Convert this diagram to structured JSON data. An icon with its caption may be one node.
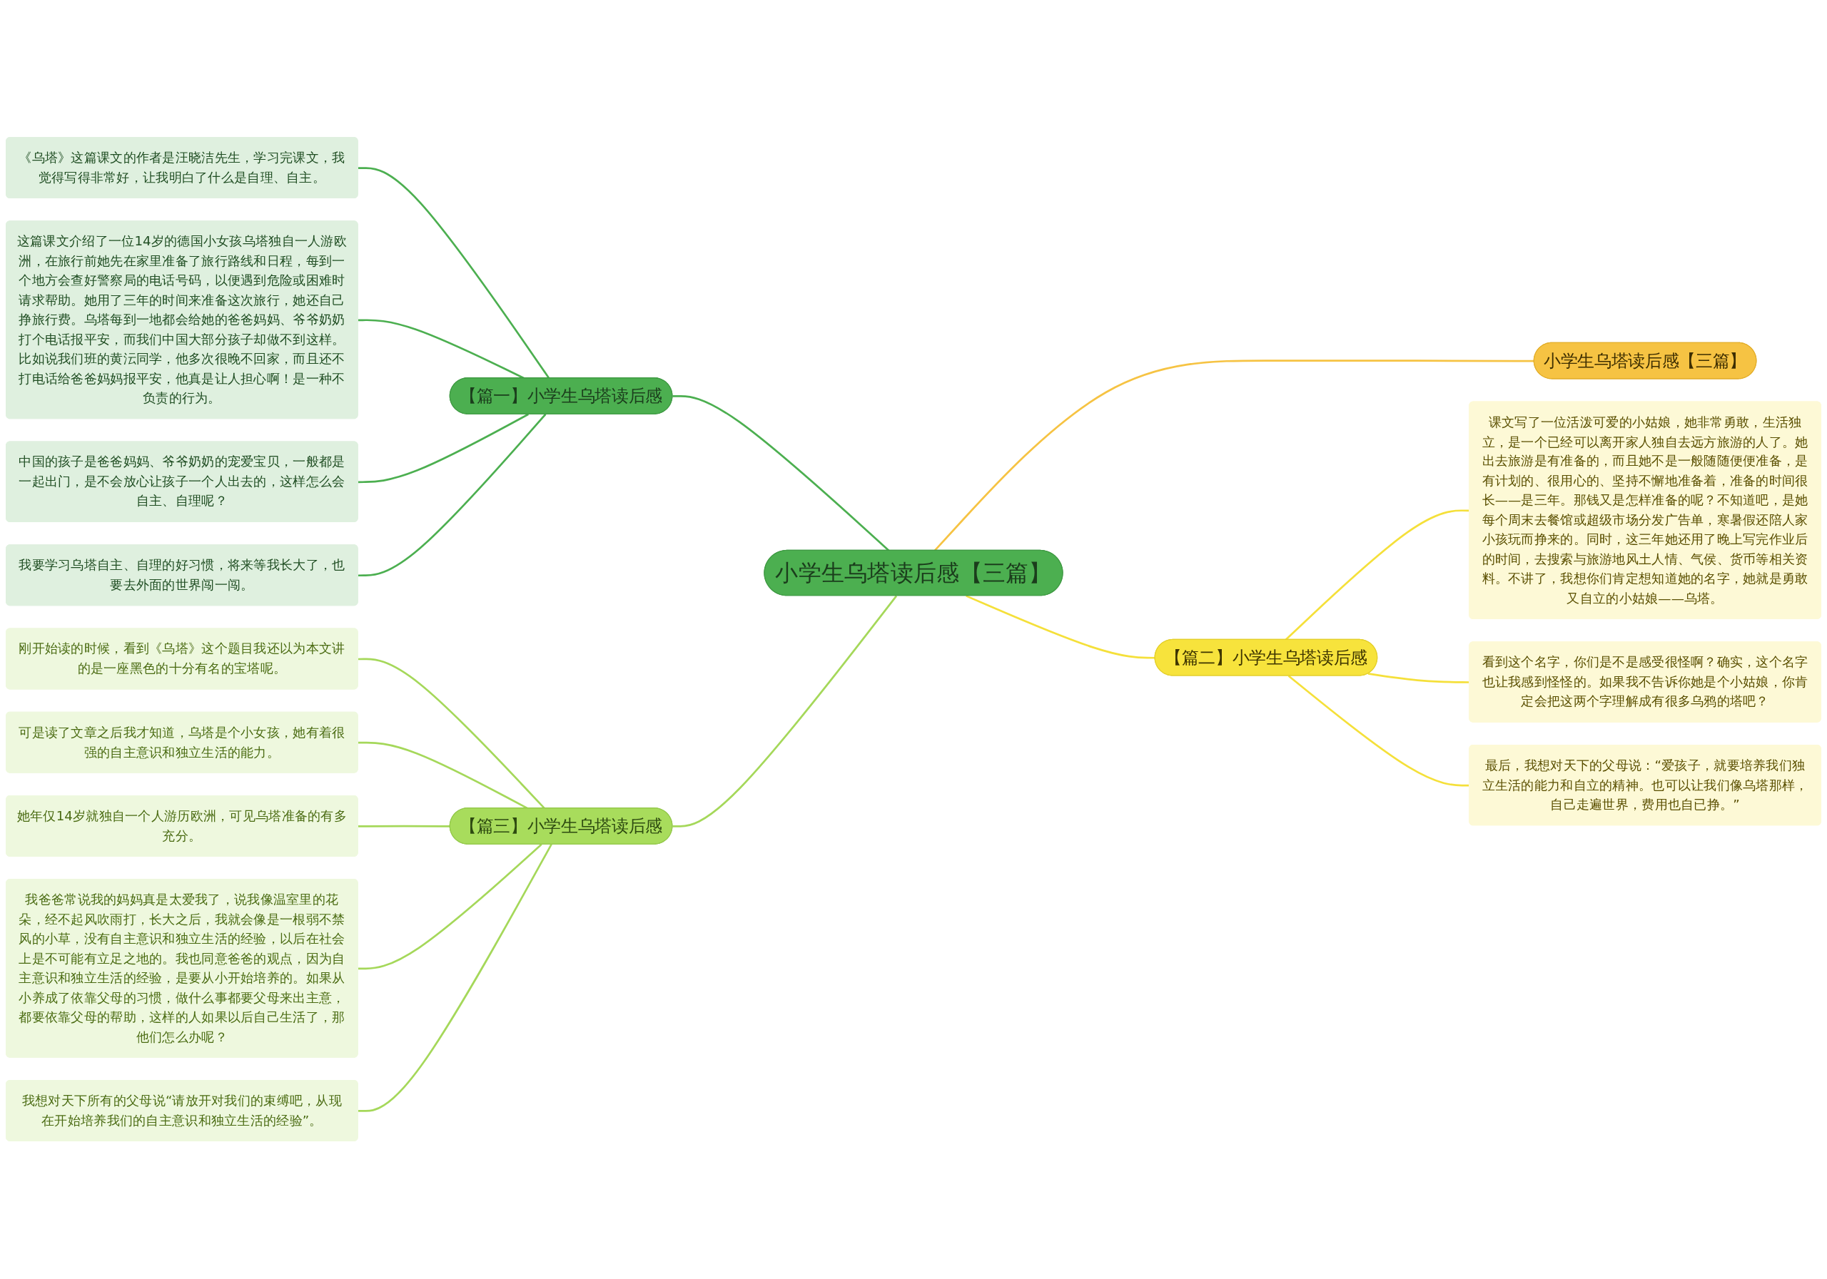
{
  "diagram": {
    "nodes": [
      {
        "text": [
          "小学生乌塔读后感【三篇】"
        ]
      },
      {
        "text": [
          "【篇一】小学生乌塔读后感"
        ]
      },
      {
        "text": [
          "《乌塔》这篇课文的作者是汪晓洁先生，学习完课文，我觉得写得非常好，让我明白了什么是自理、自主。"
        ]
      },
      {
        "text": [
          "这篇课文介绍了一位14岁的德国小女孩乌塔独自一人游欧洲，在旅行前她先在家里准备了旅行路线和日程，每到一个地方会查好警察局的电话号码，以便遇到危险或困难时请求帮助。她用了三年的时间来准备这次旅行，她还自己挣旅行费。乌塔每到一地都会给她的爸爸妈妈、爷爷奶奶打个电话报平安，而我们中国大部分孩子却做不到这样。比如说我们班的黄沄同学，他多次很晚不回家，而且还不打电话给爸爸妈妈报平安，他真是让人担心啊！是一种不负责的行为。"
        ]
      },
      {
        "text": [
          "中国的孩子是爸爸妈妈、爷爷奶奶的宠爱宝贝，一般都是一起出门，是不会放心让孩子一个人出去的，这样怎么会自主、自理呢？"
        ]
      },
      {
        "text": [
          "我要学习乌塔自主、自理的好习惯，将来等我长大了，也要去外面的世界闯一闯。"
        ]
      },
      {
        "text": [
          "小学生乌塔读后感【三篇】"
        ]
      },
      {
        "text": [
          "【篇二】小学生乌塔读后感"
        ]
      },
      {
        "text": [
          "课文写了一位活泼可爱的小姑娘，她非常勇敢，生活独立，是一个已经可以离开家人独自去远方旅游的人了。她出去旅游是有准备的，而且她不是一般随随便便准备，是有计划的、很用心的、坚持不懈地准备着，准备的时间很长——是三年。那钱又是怎样准备的呢？不知道吧，是她每个周末去餐馆或超级市场分发广告单，寒暑假还陪人家小孩玩而挣来的。同时，这三年她还用了晚上写完作业后的时间，去搜索与旅游地风土人情、气侯、货币等相关资料。不讲了，我想你们肯定想知道她的名字，她就是勇敢又自立的小姑娘——乌塔。"
        ]
      },
      {
        "text": [
          "看到这个名字，你们是不是感受很怪啊？确实，这个名字也让我感到怪怪的。如果我不告诉你她是个小姑娘，你肯定会把这两个字理解成有很多乌鸦的塔吧？"
        ]
      },
      {
        "text": [
          "最后，我想对天下的父母说：“爱孩子，就要培养我们独立生活的能力和自立的精神。也可以让我们像乌塔那样，自己走遍世界，费用也自已挣。”"
        ]
      },
      {
        "text": [
          "【篇三】小学生乌塔读后感"
        ]
      },
      {
        "text": [
          "刚开始读的时候，看到《乌塔》这个题目我还以为本文讲的是一座黑色的十分有名的宝塔呢。"
        ]
      },
      {
        "text": [
          "可是读了文章之后我才知道，乌塔是个小女孩，她有着很强的自主意识和独立生活的能力。"
        ]
      },
      {
        "text": [
          "她年仅14岁就独自一个人游历欧洲，可见乌塔准备的有多充分。"
        ]
      },
      {
        "text": [
          "我爸爸常说我的妈妈真是太爱我了，说我像温室里的花朵，经不起风吹雨打，长大之后，我就会像是一根弱不禁风的小草，没有自主意识和独立生活的经验，以后在社会上是不可能有立足之地的。我也同意爸爸的观点，因为自主意识和独立生活的经验，是要从小开始培养的。如果从小养成了依靠父母的习惯，做什么事都要父母来出主意，都要依靠父母的帮助，这样的人如果以后自己生活了，那他们怎么办呢？"
        ]
      },
      {
        "text": [
          "我想对天下所有的父母说“请放开对我们的束缚吧，从现在开始培养我们的自主意识和独立生活的经验”。"
        ]
      }
    ],
    "edges": [
      {
        "from": 1,
        "to": 0,
        "arrow": "none",
        "color": "#4caf50"
      },
      {
        "from": 2,
        "to": 1,
        "arrow": "none",
        "color": "#4caf50"
      },
      {
        "from": 3,
        "to": 1,
        "arrow": "none",
        "color": "#4caf50"
      },
      {
        "from": 4,
        "to": 1,
        "arrow": "none",
        "color": "#4caf50"
      },
      {
        "from": 5,
        "to": 1,
        "arrow": "none",
        "color": "#4caf50"
      },
      {
        "from": 0,
        "to": 6,
        "arrow": "none",
        "color": "#f6c343"
      },
      {
        "from": 0,
        "to": 7,
        "arrow": "none",
        "color": "#f5e03a"
      },
      {
        "from": 7,
        "to": 8,
        "arrow": "none",
        "color": "#f5e03a"
      },
      {
        "from": 7,
        "to": 9,
        "arrow": "none",
        "color": "#f5e03a"
      },
      {
        "from": 7,
        "to": 10,
        "arrow": "none",
        "color": "#f5e03a"
      },
      {
        "from": 11,
        "to": 0,
        "arrow": "none",
        "color": "#a5d85a"
      },
      {
        "from": 12,
        "to": 11,
        "arrow": "none",
        "color": "#a5d85a"
      },
      {
        "from": 13,
        "to": 11,
        "arrow": "none",
        "color": "#a5d85a"
      },
      {
        "from": 14,
        "to": 11,
        "arrow": "none",
        "color": "#a5d85a"
      },
      {
        "from": 15,
        "to": 11,
        "arrow": "none",
        "color": "#a5d85a"
      },
      {
        "from": 16,
        "to": 11,
        "arrow": "none",
        "color": "#a5d85a"
      }
    ]
  }
}
